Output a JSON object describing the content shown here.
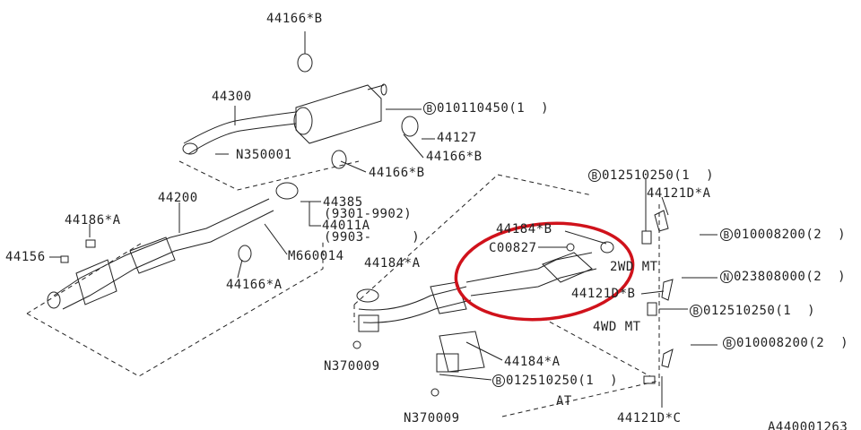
{
  "labels": {
    "l1": "44166*B",
    "l2": "44300",
    "l3": "010110450(1  )",
    "l4": "44127",
    "l5": "44166*B",
    "l6": "N350001",
    "l7": "44166*B",
    "l8": "44200",
    "l9": "44385",
    "l10": "(9301-9902)",
    "l11": "44011A",
    "l12": "(9903-     )",
    "l13": "44186*A",
    "l14": "44156",
    "l15": "M660014",
    "l16": "44166*A",
    "l17": "44184*A",
    "l18": "012510250(1  )",
    "l19": "44121D*A",
    "l20": "010008200(2  )",
    "l21": "44184*B",
    "l22": "C00827",
    "l23": "2WD MT",
    "l24": "023808000(2  )",
    "l25": "44121D*B",
    "l26": "012510250(1  )",
    "l27": "4WD MT",
    "l28": "010008200(2  )",
    "l29": "N370009",
    "l30": "44184*A",
    "l31": "012510250(1  )",
    "l32": "AT",
    "l33": "N370009",
    "l34": "44121D*C",
    "l35": "A440001263"
  },
  "markers": {
    "b": "B",
    "n": "N"
  },
  "colors": {
    "highlight": "#d0121b",
    "ink": "#222222"
  }
}
